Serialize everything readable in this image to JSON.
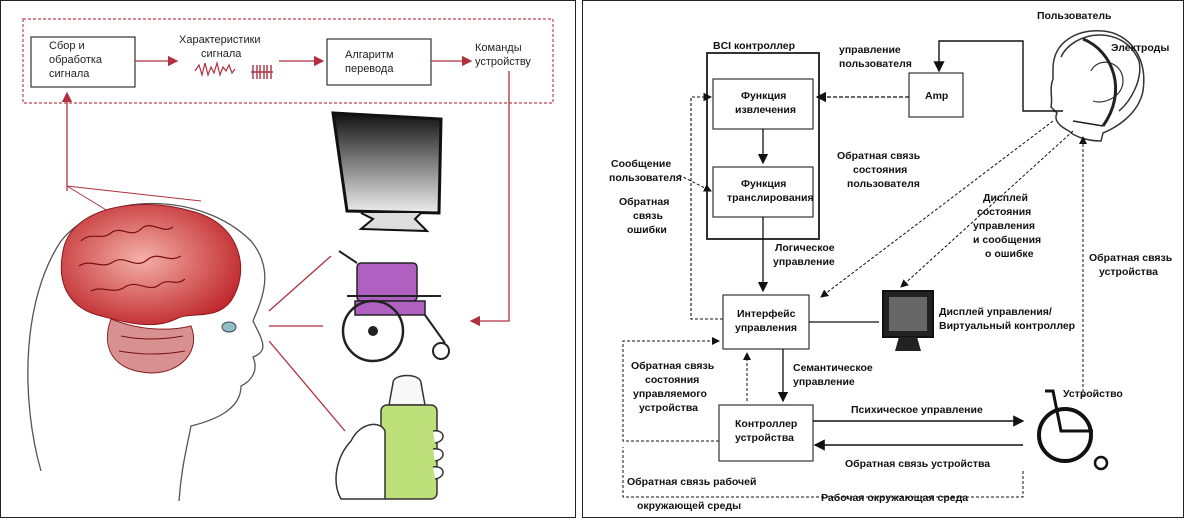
{
  "left": {
    "box_acquisition": [
      "Сбор и",
      "обработка",
      "сигнала"
    ],
    "signal_features": [
      "Характеристики",
      "сигнала"
    ],
    "box_translation": [
      "Алгаритм",
      "перевода"
    ],
    "device_commands": [
      "Команды",
      "устройству"
    ]
  },
  "right": {
    "user": "Пользователь",
    "electrodes": "Электроды",
    "user_control": [
      "управление",
      "пользователя"
    ],
    "amp": "Amp",
    "bci_controller": "BCI контроллер",
    "feature_extraction": [
      "Функция",
      "извлечения"
    ],
    "feature_translation": [
      "Функция",
      "транслирования"
    ],
    "user_message": [
      "Сообщение",
      "пользователя"
    ],
    "error_feedback": [
      "Обратная",
      "связь",
      "ошибки"
    ],
    "user_state_feedback": [
      "Обратная связь",
      "состояния",
      "пользователя"
    ],
    "display_state": [
      "Дисплей",
      "состояния",
      "управления",
      "и сообщения",
      "о ошибке"
    ],
    "logical_control": [
      "Логическое",
      "управление"
    ],
    "control_interface": [
      "Интерфейс",
      "управления"
    ],
    "display_label": [
      "Дисплей управления/",
      "Виртуальный контроллер"
    ],
    "device_feedback_right": [
      "Обратная связь",
      "устройства"
    ],
    "controlled_device_feedback": [
      "Обратная связь",
      "состояния",
      "управляемого",
      "устройства"
    ],
    "semantic_control": [
      "Семантическое",
      "управление"
    ],
    "device": "Устройство",
    "device_controller": [
      "Контроллер",
      "устройства"
    ],
    "physical_control": "Психическое управление",
    "device_feedback_bottom": "Обратная связь устройства",
    "env_feedback": [
      "Обратная связь рабочей",
      "окружающей среды"
    ],
    "work_env": "Рабочая окружающая среда"
  }
}
